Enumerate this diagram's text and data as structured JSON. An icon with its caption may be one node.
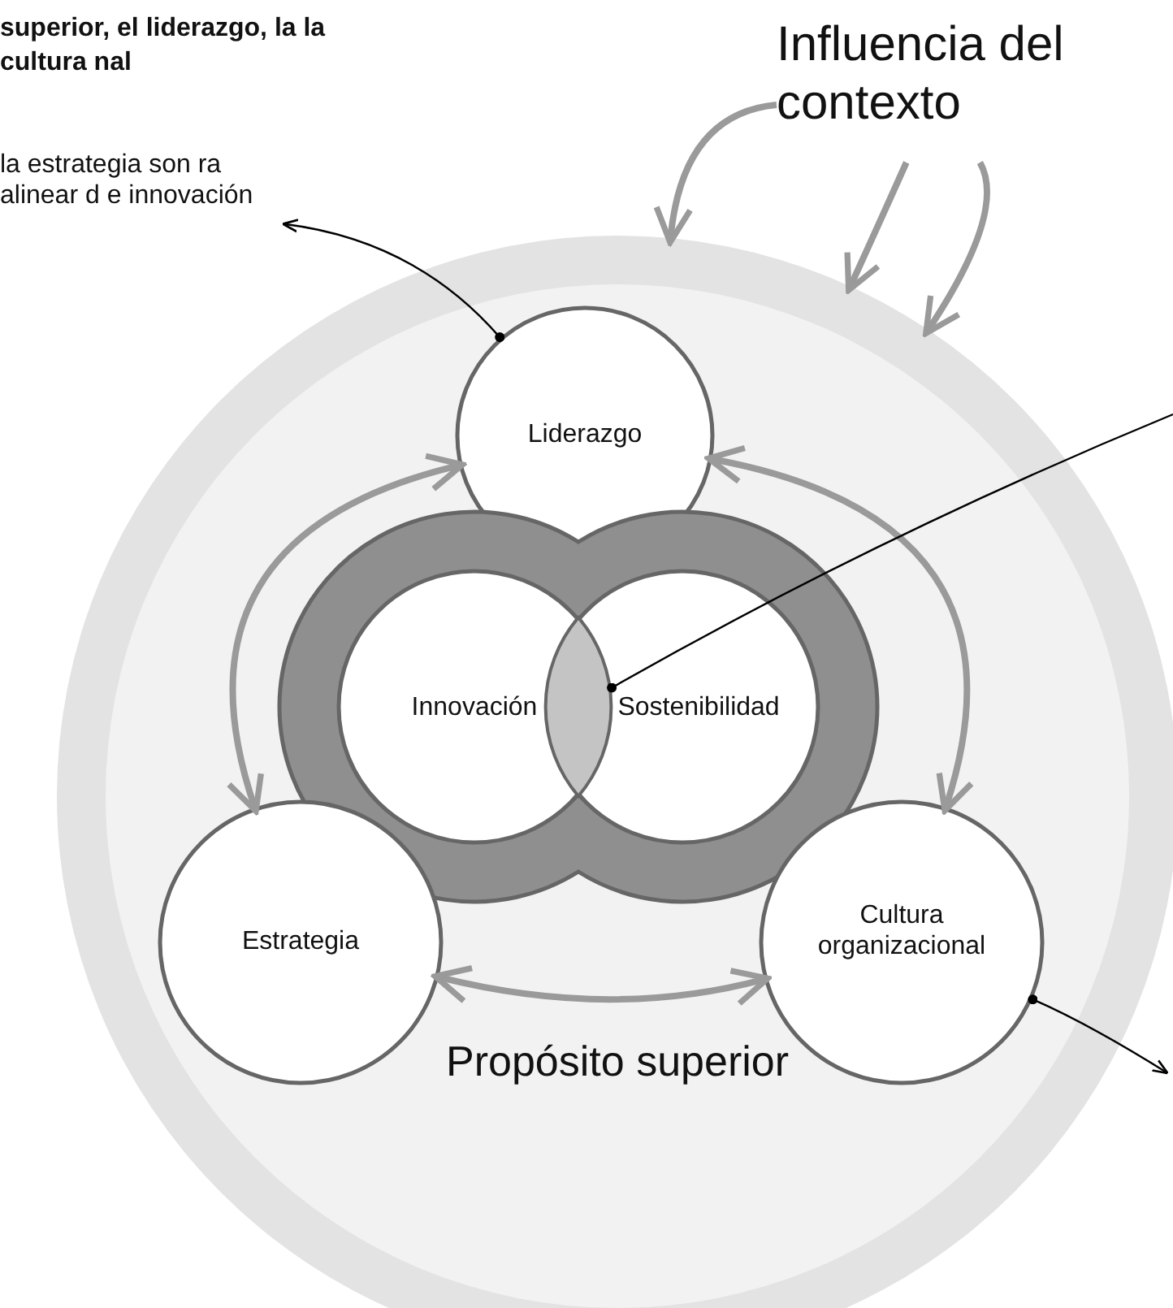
{
  "diagram": {
    "nodes": [
      {
        "text": [
          "Propósito superior"
        ]
      },
      {
        "text": [
          "Influencia del contexto"
        ]
      },
      {
        "text": [
          "Liderazgo"
        ],
        "in": 0
      },
      {
        "text": [],
        "shape": "ring",
        "in": 0
      },
      {
        "text": [
          "Innovación"
        ],
        "in": 3
      },
      {
        "text": [
          "Sostenibilidad"
        ],
        "in": 3
      },
      {
        "text": [],
        "shape": "lens"
      },
      {
        "text": [
          "Estrategia"
        ],
        "in": 0
      },
      {
        "text": [
          "Cultura organizacional"
        ],
        "in": 0
      },
      {
        "text": [
          "la estrategia son ra alinear d e innovación"
        ]
      }
    ],
    "edges": [
      {
        "from": 1,
        "to": 0,
        "arrow": "to"
      },
      {
        "from": 1,
        "to": 0,
        "arrow": "to"
      },
      {
        "from": 1,
        "to": 0,
        "arrow": "to"
      },
      {
        "from": 2,
        "to": 7,
        "arrow": "both"
      },
      {
        "from": 2,
        "to": 8,
        "arrow": "both"
      },
      {
        "from": 7,
        "to": 8,
        "arrow": "both"
      },
      {
        "from": 2,
        "to": 9,
        "arrow": "to",
        "color": "#000000"
      },
      {
        "from": 6,
        "to": null,
        "arrow": "other",
        "color": "#000000"
      },
      {
        "from": 8,
        "to": null,
        "arrow": "to",
        "color": "#000000"
      }
    ],
    "labels": [
      "superior, el liderazgo, la la cultura nal"
    ]
  }
}
